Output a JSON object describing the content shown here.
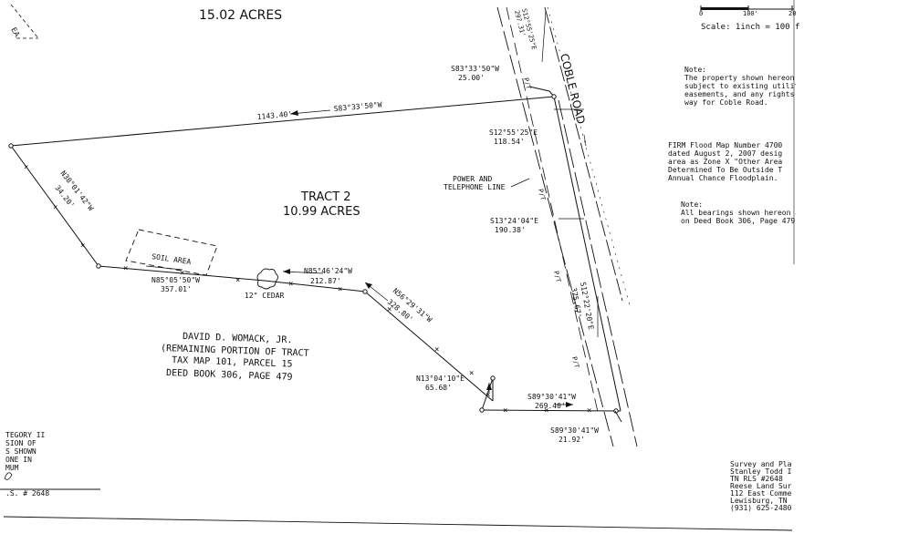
{
  "header": {
    "top_acres": "15.02 ACRES",
    "top_left_fragment": "EA"
  },
  "scale_bar": {
    "tick_0": "0",
    "tick_100": "100'",
    "tick_200": "20",
    "scale_text": "Scale: 1inch = 100 f"
  },
  "notes": {
    "note1_title": "Note:",
    "note1_body": "The property shown hereon i\nsubject to existing utility\neasements, and any rights-o\nway for Coble Road.",
    "firm_body": "FIRM Flood Map Number 4700\ndated August 2, 2007 desig\narea as Zone X \"Other Area\nDetermined To Be Outside T\nAnnual Chance Floodplain.",
    "note2_title": "Note:",
    "note2_body": "All bearings shown hereon ar\non Deed Book 306, Page 479."
  },
  "tract": {
    "name": "TRACT 2",
    "acres": "10.99 ACRES"
  },
  "road": {
    "name": "COBLE ROAD",
    "power_line": "POWER AND\nTELEPHONE LINE",
    "pt_marks": [
      "P/T",
      "P/T",
      "P/T",
      "P/T"
    ]
  },
  "calls": {
    "north_line_dist": "1143.40'",
    "north_line_bearing": "S83°33'50\"W",
    "short_bearing": "S83°33'50\"W",
    "short_dist": "25.00'",
    "road_top_bearing": "S12°55'25\"E",
    "road_top_dist": "297.31'",
    "road1_bearing": "S12°55'25\"E",
    "road1_dist": "118.54'",
    "road2_bearing": "S13°24'04\"E",
    "road2_dist": "190.38'",
    "road3_bearing": "S12°22'20\"E",
    "road3_dist": "375.67'",
    "west_bearing": "N38°01'42\"W",
    "west_dist": "34.20'",
    "sw1_bearing": "N85°05'50\"W",
    "sw1_dist": "357.01'",
    "sw2_bearing": "N85°46'24\"W",
    "sw2_dist": "212.87'",
    "diag_bearing": "N56°29'31\"W",
    "diag_dist": "328.80'",
    "jog_bearing": "N13°04'10\"E",
    "jog_dist": "65.68'",
    "south1_bearing": "S89°30'41\"W",
    "south1_dist": "269.40'",
    "south2_bearing": "S89°30'41\"W",
    "south2_dist": "21.92'"
  },
  "features": {
    "soil_area": "SOIL AREA",
    "cedar": "12\" CEDAR"
  },
  "owner": {
    "line1": "DAVID D. WOMACK, JR.",
    "line2": "(REMAINING PORTION OF TRACT",
    "line3": "TAX MAP 101, PARCEL 15",
    "line4": "DEED BOOK 306, PAGE 479"
  },
  "cert": {
    "body": "TEGORY II\nSION OF\nS SHOWN\nONE IN\nMUM",
    "rls": ".S. # 2648"
  },
  "surveyor": {
    "body": "Survey and Pla\nStanley Todd I\nTN RLS #2648\nReese Land Sur\n112 East Comme\nLewisburg, TN\n(931) 625-2480"
  }
}
